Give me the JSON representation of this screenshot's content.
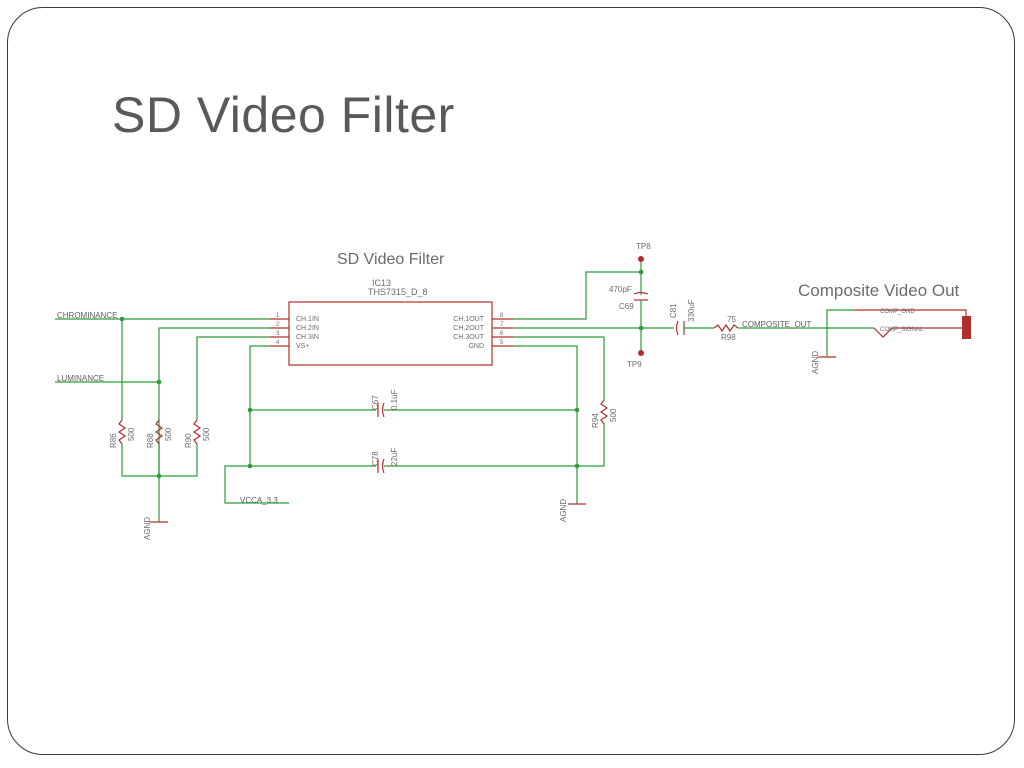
{
  "slide": {
    "title": "SD Video Filter"
  },
  "schematic": {
    "title": "SD Video Filter",
    "composite_title": "Composite Video Out",
    "ic": {
      "ref": "IC13",
      "part": "THS7315_D_8",
      "pins_left": [
        {
          "num": "1",
          "name": "CH.1IN"
        },
        {
          "num": "2",
          "name": "CH.2IN"
        },
        {
          "num": "3",
          "name": "CH.3IN"
        },
        {
          "num": "4",
          "name": "VS+"
        }
      ],
      "pins_right": [
        {
          "num": "8",
          "name": "CH.1OUT"
        },
        {
          "num": "7",
          "name": "CH.2OUT"
        },
        {
          "num": "6",
          "name": "CH.3OUT"
        },
        {
          "num": "5",
          "name": "GND"
        }
      ]
    },
    "nets": {
      "chrominance": "CHROMINANCE",
      "luminance": "LUMINANCE",
      "vcca": "VCCA_3.3",
      "composite_out": "COMPOSITE_OUT",
      "comp_gnd": "COMP_GND",
      "comp_signal": "COMP_SIGNAL",
      "agnd": "AGND"
    },
    "resistors": [
      {
        "ref": "R86",
        "value": "500"
      },
      {
        "ref": "R88",
        "value": "500"
      },
      {
        "ref": "R90",
        "value": "500"
      },
      {
        "ref": "R94",
        "value": "500"
      },
      {
        "ref": "R98",
        "value": "75"
      }
    ],
    "capacitors": [
      {
        "ref": "C67",
        "value": "0.1uF"
      },
      {
        "ref": "C78",
        "value": "22uF"
      },
      {
        "ref": "C69",
        "value": "470pF"
      },
      {
        "ref": "C81",
        "value": "330uF"
      }
    ],
    "test_points": [
      {
        "ref": "TP8"
      },
      {
        "ref": "TP9"
      }
    ]
  }
}
